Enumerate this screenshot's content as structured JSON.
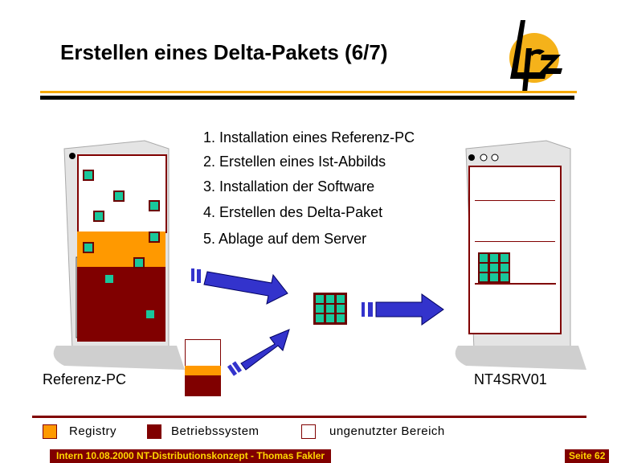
{
  "title": "Erstellen eines Delta-Pakets (6/7)",
  "logo_text": "Lrz",
  "steps": [
    "1. Installation eines Referenz-PC",
    "2. Erstellen eines Ist-Abbilds",
    "3. Installation der Software",
    "4. Erstellen des Delta-Paket",
    "5. Ablage auf dem Server"
  ],
  "labels": {
    "left": "Referenz-PC",
    "right": "NT4SRV01"
  },
  "legend": {
    "registry": "Registry",
    "os": "Betriebssystem",
    "unused": "ungenutzter Bereich"
  },
  "footer": {
    "left": "Intern 10.08.2000 NT-Distributionskonzept - Thomas Fakler",
    "right": "Seite 62"
  },
  "colors": {
    "registry": "#ff9900",
    "os": "#800000",
    "package": "#19c79b",
    "accent": "#f5a800"
  }
}
